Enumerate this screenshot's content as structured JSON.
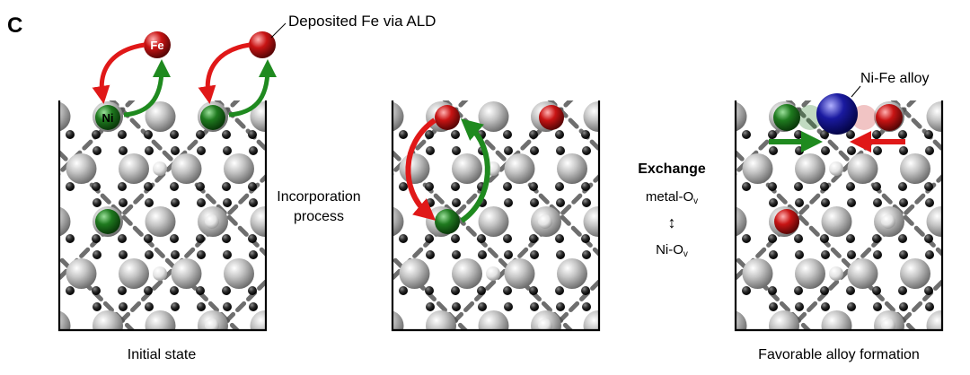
{
  "panel_letter": "C",
  "annotations": {
    "deposited": "Deposited Fe via ALD",
    "alloy": "Ni-Fe alloy",
    "incorporation_line1": "Incorporation",
    "incorporation_line2": "process",
    "exchange_line1": "Exchange",
    "exchange_line2": "metal-O",
    "exchange_sub": "v",
    "exchange_arrow": "↕",
    "exchange_line3": "Ni-O",
    "exchange_sub2": "v"
  },
  "atom_labels": {
    "fe": "Fe",
    "ni": "Ni"
  },
  "captions": {
    "initial": "Initial state",
    "alloy": "Favorable alloy formation"
  },
  "colors": {
    "ni": "#1f7a1f",
    "fe": "#c81414",
    "alloy": "#1a1aa0",
    "lattice_big": "#b4b4b4",
    "lattice_small": "#2a2a2a",
    "arrow_red": "#e01818",
    "arrow_green": "#1f8a1f",
    "frame": "#000000"
  }
}
